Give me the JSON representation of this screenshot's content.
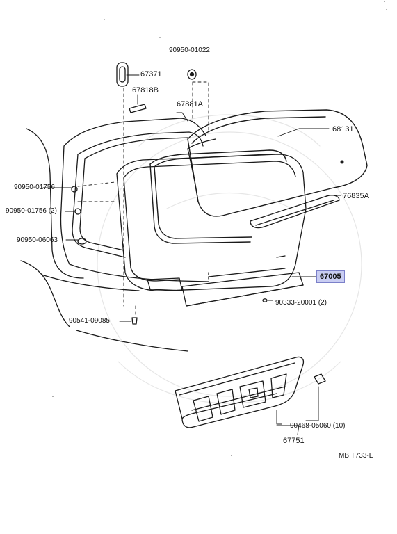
{
  "diagram": {
    "labels": {
      "p_90950_01022": "90950-01022",
      "p_67371": "67371",
      "p_67818B": "67818B",
      "p_67881A": "67881A",
      "p_68131": "68131",
      "p_90950_01756_a": "90950-01756",
      "p_90950_01756_b": "90950-01756 (2)",
      "p_76835A": "76835A",
      "p_90950_06063": "90950-06063",
      "p_67005": "67005",
      "p_90333_20001": "90333-20001 (2)",
      "p_90541_09085": "90541-09085",
      "p_90468_05060": "90468-05060 (10)",
      "p_67751": "67751",
      "ref_code": "MB T733-E"
    },
    "highlight_color": "#c9cdf2",
    "line_color": "#1a1a1a"
  }
}
